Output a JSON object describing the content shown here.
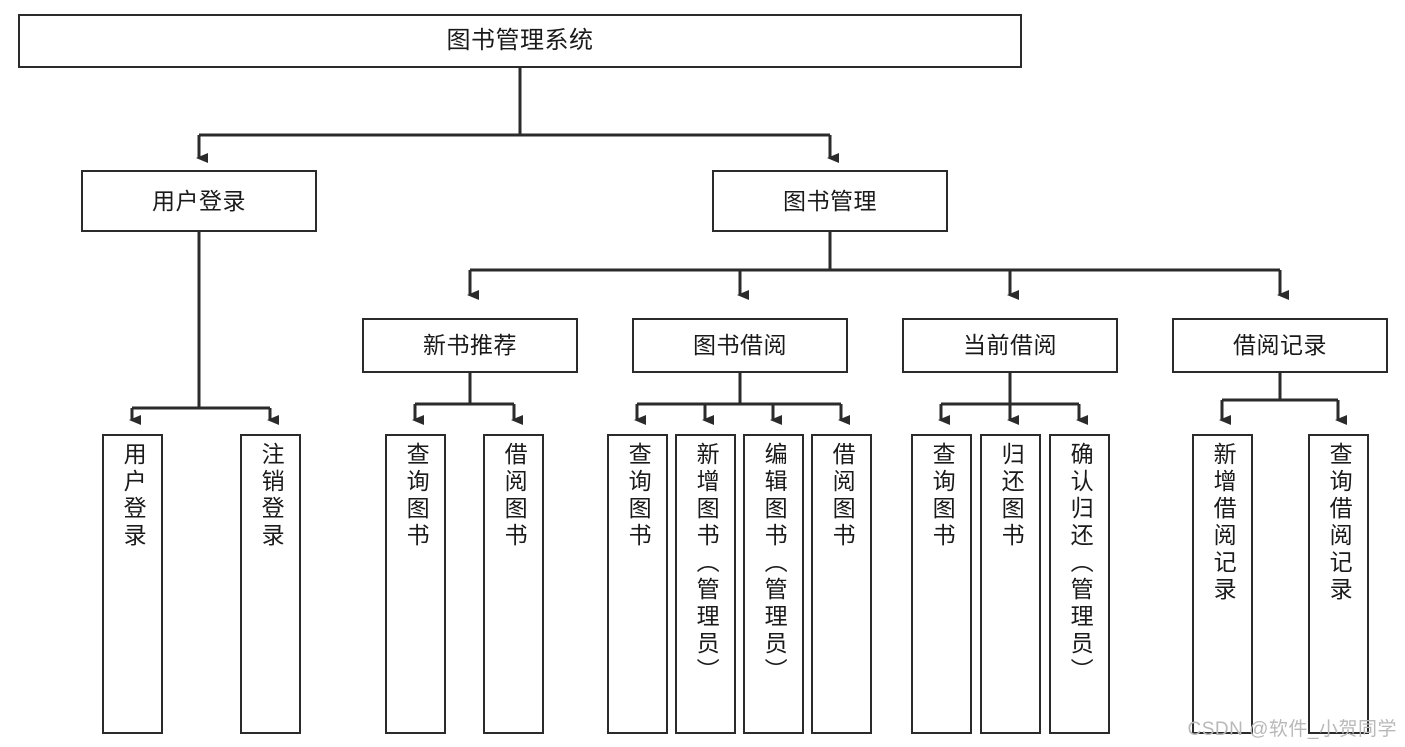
{
  "diagram": {
    "title": "图书管理系统",
    "watermark": "CSDN @软件_小贺同学",
    "stroke_color": "#2b2b2b",
    "background_color": "#ffffff",
    "text_color": "#1a1a1a",
    "watermark_color": "#b9b9b9"
  },
  "nodes": {
    "root": {
      "label": "图书管理系统"
    },
    "level2": [
      {
        "label": "用户登录"
      },
      {
        "label": "图书管理"
      }
    ],
    "level3": [
      {
        "label": "新书推荐"
      },
      {
        "label": "图书借阅"
      },
      {
        "label": "当前借阅"
      },
      {
        "label": "借阅记录"
      }
    ],
    "leaves": {
      "user_login": [
        {
          "label": "用户登录"
        },
        {
          "label": "注销登录"
        }
      ],
      "new_book": [
        {
          "label": "查询图书"
        },
        {
          "label": "借阅图书"
        }
      ],
      "book_borrow": [
        {
          "label": "查询图书"
        },
        {
          "label": "新增图书（管理员）"
        },
        {
          "label": "编辑图书（管理员）"
        },
        {
          "label": "借阅图书"
        }
      ],
      "current_borrow": [
        {
          "label": "查询图书"
        },
        {
          "label": "归还图书"
        },
        {
          "label": "确认归还（管理员）"
        }
      ],
      "borrow_record": [
        {
          "label": "新增借阅记录"
        },
        {
          "label": "查询借阅记录"
        }
      ]
    }
  }
}
